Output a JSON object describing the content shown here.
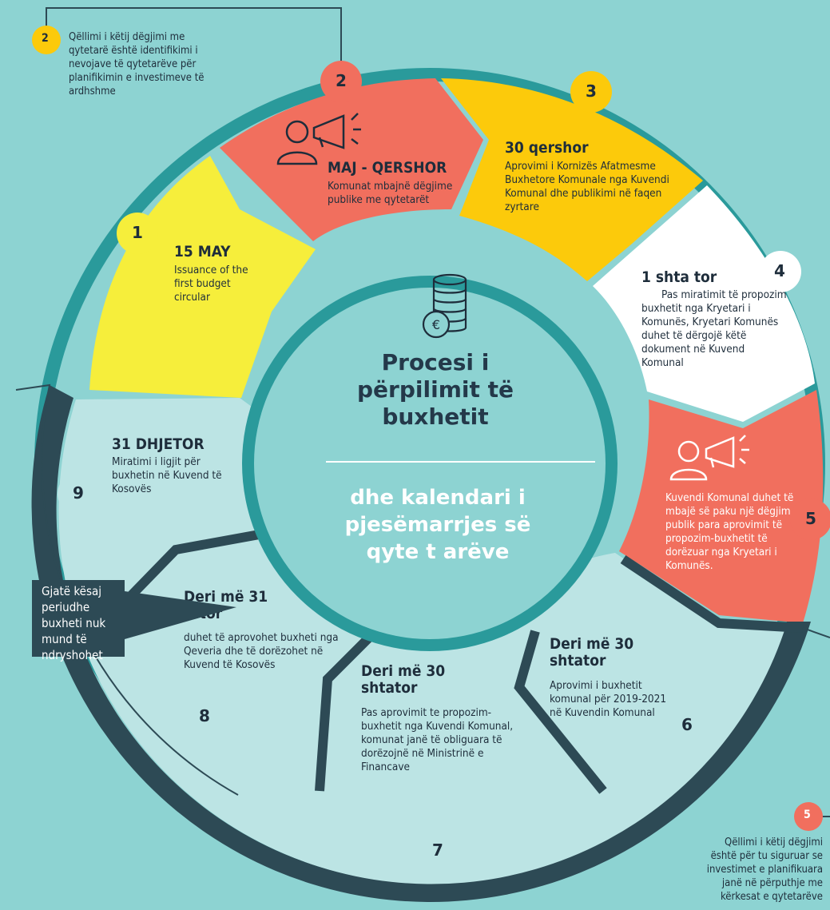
{
  "diagram": {
    "center": {
      "title": "Procesi i përpilimit të buxhetit",
      "subtitle": "dhe kalendari i pjesëmarrjes së qyte t arëve"
    },
    "segments": [
      {
        "number": "1",
        "title": "15 MAY",
        "text": "Issuance of the first budget circular",
        "color": "#f6ee3b"
      },
      {
        "number": "2",
        "title": "MAJ - QERSHOR",
        "text": "Komunat mbajnë dëgjime publike me qytetarët",
        "color": "#f16f5e"
      },
      {
        "number": "3",
        "title": "30 qershor",
        "text": "Aprovimi i Kornizës Afatmesme Buxhetore Komunale nga Kuvendi Komunal dhe publikimi në faqen zyrtare",
        "color": "#fcca0b"
      },
      {
        "number": "4",
        "title": "1 shta tor",
        "text": "Pas miratimit të propozim buxhetit nga Kryetari i Komunës, Kryetari Komunës duhet të dërgojë këtë dokument në Kuvend Komunal",
        "color": "#ffffff"
      },
      {
        "number": "5",
        "title": "",
        "text": "Kuvendi Komunal duhet të mbajë së paku një dëgjim publik para aprovimit të propozim-buxhetit të dorëzuar nga Kryetari i Komunës.",
        "color": "#f16f5e"
      },
      {
        "number": "6",
        "title": "Deri më 30 shtator",
        "text": "Aprovimi i buxhetit komunal për 2019-2021 në Kuvendin Komunal",
        "color": "#bce4e4"
      },
      {
        "number": "7",
        "title": "Deri më 30 shtator",
        "text": "Pas aprovimit te propozim-buxhetit nga Kuvendi Komunal, komunat janë të obliguara të dorëzojnë në Ministrinë e Financave",
        "color": "#bce4e4"
      },
      {
        "number": "8",
        "title": "Deri më 31 tetor",
        "text": "duhet të aprovohet buxheti nga Qeveria dhe të dorëzohet në Kuvend të Kosovës",
        "color": "#bce4e4"
      },
      {
        "number": "9",
        "title": "31 DHJETOR",
        "text": "Miratimi i ligjit për buxhetin në Kuvend të Kosovës",
        "color": "#bce4e4"
      }
    ],
    "notes": [
      {
        "number": "2",
        "text": "Qëllimi i këtij dëgjimi me qytetarë është identifikimi i nevojave të qytetarëve për planifikimin e investimeve të ardhshme"
      },
      {
        "number": "5",
        "text": "Qëllimi i këtij dëgjimi është për tu siguruar se investimet e planifikuara janë në përputhje me kërkesat e qytetarëve"
      }
    ],
    "side_box": "Gjatë kësaj periudhe buxheti nuk mund të ndryshohet",
    "colors": {
      "background": "#8dd3d2",
      "ring": "#2a9a9b",
      "dark": "#2d4a55",
      "center": "#8dd3d2",
      "text": "#1e2d3b"
    },
    "icons": [
      "person-icon",
      "megaphone-icon",
      "coins-icon",
      "euro-icon"
    ]
  }
}
